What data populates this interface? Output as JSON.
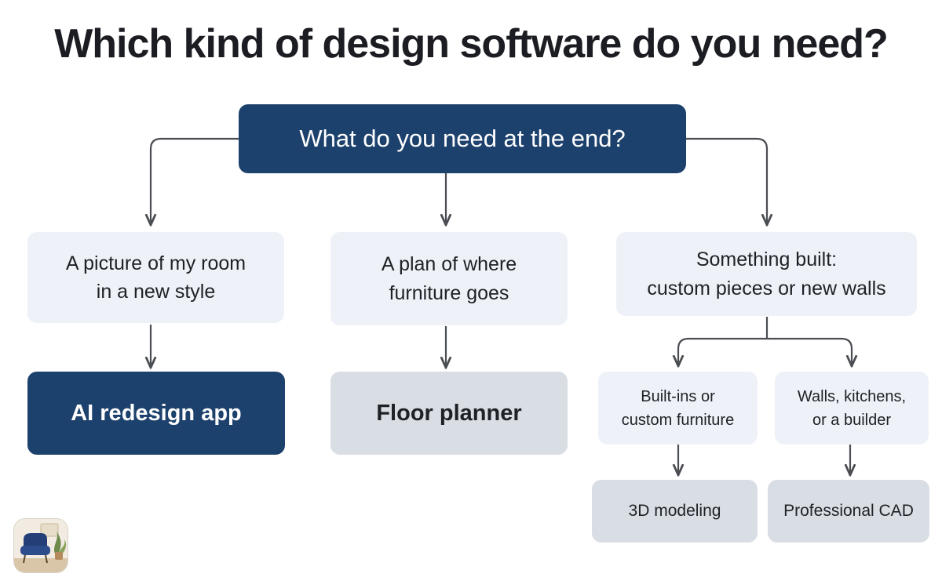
{
  "title": "Which kind of design software do you need?",
  "root": {
    "label": "What do you need at the end?"
  },
  "branches": [
    {
      "question": "A picture of my room\nin a new style",
      "result": "AI redesign app"
    },
    {
      "question": "A plan of where\nfurniture goes",
      "result": "Floor planner"
    },
    {
      "question": "Something built:\ncustom pieces or new walls",
      "sub": [
        {
          "question": "Built-ins or\ncustom furniture",
          "result": "3D modeling"
        },
        {
          "question": "Walls, kitchens,\nor a builder",
          "result": "Professional CAD"
        }
      ]
    }
  ],
  "colors": {
    "accent": "#1d416d",
    "question_bg": "#eef2f8",
    "result_bg": "#d9dde4",
    "connector": "#4a4d52"
  },
  "logo_icon": "armchair-room-icon"
}
